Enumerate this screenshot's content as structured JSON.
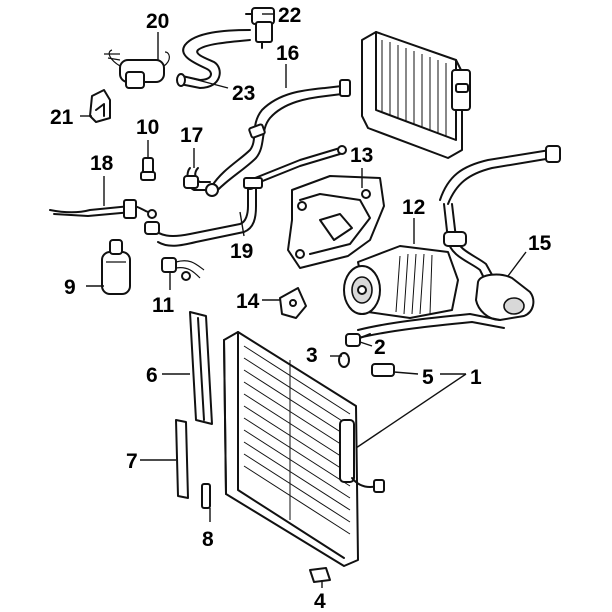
{
  "callouts": [
    {
      "key": "c1",
      "text": "1"
    },
    {
      "key": "c2",
      "text": "2"
    },
    {
      "key": "c3",
      "text": "3"
    },
    {
      "key": "c4",
      "text": "4"
    },
    {
      "key": "c5",
      "text": "5"
    },
    {
      "key": "c6",
      "text": "6"
    },
    {
      "key": "c7",
      "text": "7"
    },
    {
      "key": "c8",
      "text": "8"
    },
    {
      "key": "c9",
      "text": "9"
    },
    {
      "key": "c10",
      "text": "10"
    },
    {
      "key": "c11",
      "text": "11"
    },
    {
      "key": "c12",
      "text": "12"
    },
    {
      "key": "c13",
      "text": "13"
    },
    {
      "key": "c14",
      "text": "14"
    },
    {
      "key": "c15",
      "text": "15"
    },
    {
      "key": "c16",
      "text": "16"
    },
    {
      "key": "c17",
      "text": "17"
    },
    {
      "key": "c18",
      "text": "18"
    },
    {
      "key": "c19",
      "text": "19"
    },
    {
      "key": "c20",
      "text": "20"
    },
    {
      "key": "c21",
      "text": "21"
    },
    {
      "key": "c22",
      "text": "22"
    },
    {
      "key": "c23",
      "text": "23"
    }
  ]
}
